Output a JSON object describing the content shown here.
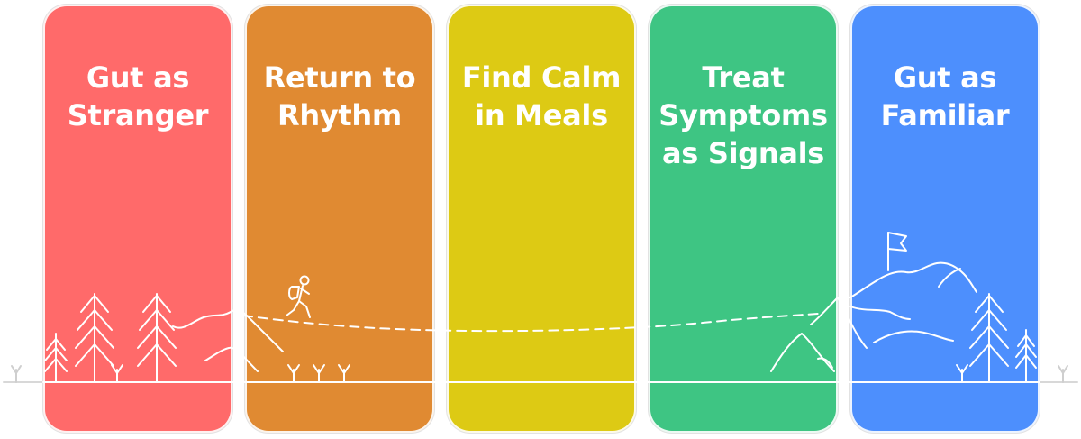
{
  "stages": [
    {
      "lines": [
        "Gut as",
        "Stranger"
      ],
      "color": "#ff6a6a"
    },
    {
      "lines": [
        "Return to",
        "Rhythm"
      ],
      "color": "#e08a32"
    },
    {
      "lines": [
        "Find Calm",
        "in Meals"
      ],
      "color": "#ddca14"
    },
    {
      "lines": [
        "Treat",
        "Symptoms",
        "as Signals"
      ],
      "color": "#3ec583"
    },
    {
      "lines": [
        "Gut as",
        "Familiar"
      ],
      "color": "#4d8ffd"
    }
  ],
  "icons": {
    "hiker": "hiker-icon",
    "flag": "summit-flag-icon",
    "tree": "pine-tree-icon",
    "grass": "grass-sprout-icon",
    "mountain": "mountain-icon"
  }
}
